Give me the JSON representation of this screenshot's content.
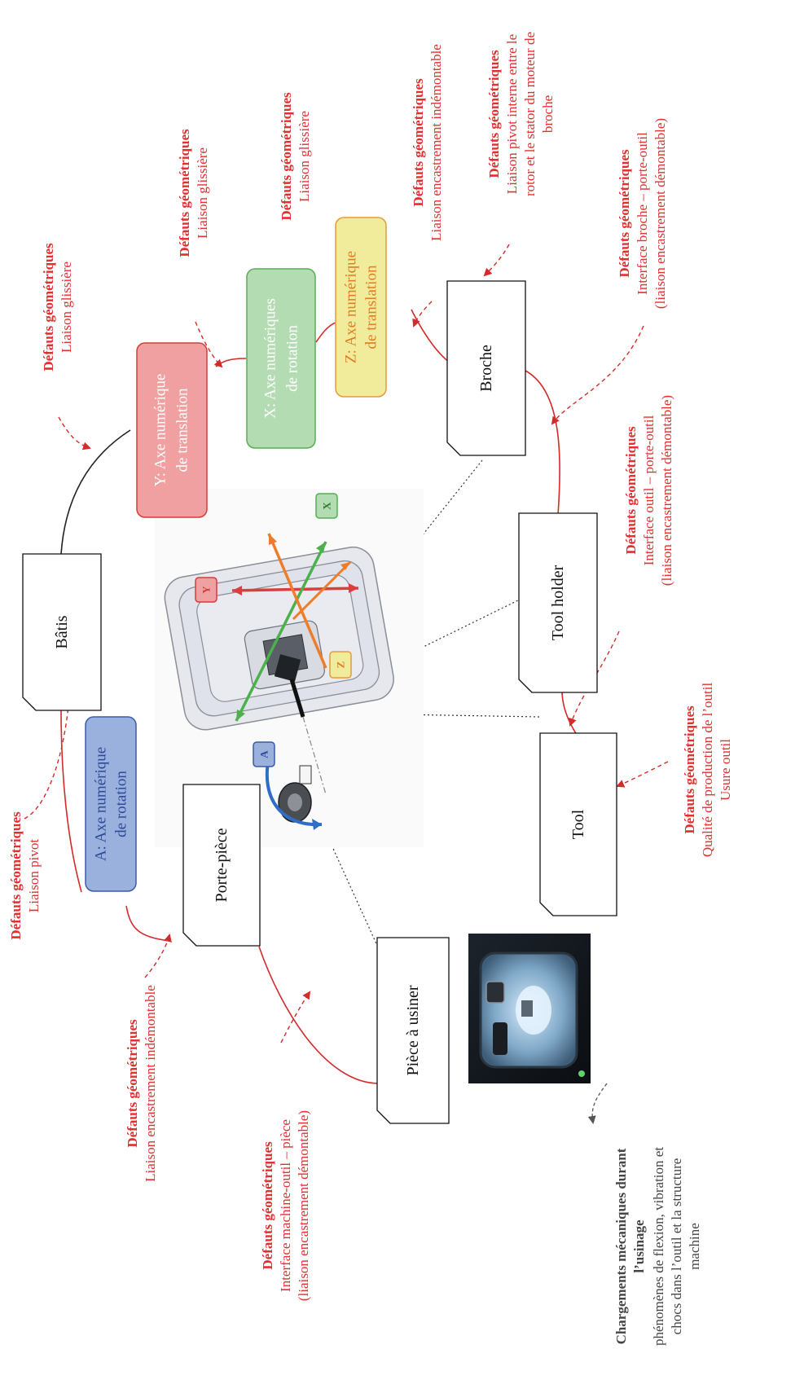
{
  "colors": {
    "defect_red": "#e03030",
    "link_red": "#d42a2a",
    "link_black": "#222222",
    "axis_a_fill": "#9ab1dd",
    "axis_a_border": "#3b5aa8",
    "axis_a_text": "#2d4a96",
    "axis_y_fill": "#f0a0a0",
    "axis_y_border": "#d23c3c",
    "axis_y_text": "#ffffff",
    "axis_x_fill": "#b4dcb2",
    "axis_x_border": "#58ac56",
    "axis_x_text": "#ffffff",
    "axis_z_fill": "#f0ec9c",
    "axis_z_border": "#e89a3a",
    "axis_z_text": "#e07c22",
    "arrow_orange": "#ee7d2a",
    "arrow_green": "#4cb04c",
    "arrow_red": "#d84040",
    "arrow_blue": "#2f6ec4"
  },
  "nodes": {
    "batis": "Bâtis",
    "porte_piece": "Porte-pièce",
    "piece": "Pièce à usiner",
    "broche": "Broche",
    "tool_holder": "Tool holder",
    "tool": "Tool"
  },
  "axes": {
    "a": [
      "A: Axe numérique",
      "de rotation"
    ],
    "y": [
      "Y: Axe numérique",
      "de translation"
    ],
    "x": [
      "X: Axe numériques",
      "de rotation"
    ],
    "z": [
      "Z: Axe numérique",
      "de translation"
    ]
  },
  "defects": {
    "title": "Défauts géométriques",
    "pivot": "Liaison pivot",
    "glissiere": "Liaison glissière",
    "encastrement": "Liaison encastrement indémontable",
    "pivot_interne": [
      "Liaison pivot interne entre le",
      "rotor et le stator du moteur de",
      "broche"
    ],
    "broche_porte_outil": [
      "Interface broche – porte-outil",
      "(liaison encastrement démontable)"
    ],
    "outil_porte_outil": [
      "Interface outil – porte-outil",
      "(liaison encastrement démontable)"
    ],
    "production_outil": [
      "Qualité de production de l’outil",
      "Usure outil"
    ],
    "machine_piece": [
      "Interface machine-outil – pièce",
      "(liaison encastrement démontable)"
    ]
  },
  "loads": {
    "title": [
      "Chargements mécaniques durant",
      "l’usinage"
    ],
    "body": [
      "phénomènes de flexion, vibration et",
      "chocs dans l’outil et la structure",
      "machine"
    ]
  },
  "machine_labels": {
    "y": "Y",
    "x": "X",
    "z": "Z",
    "a": "A"
  }
}
